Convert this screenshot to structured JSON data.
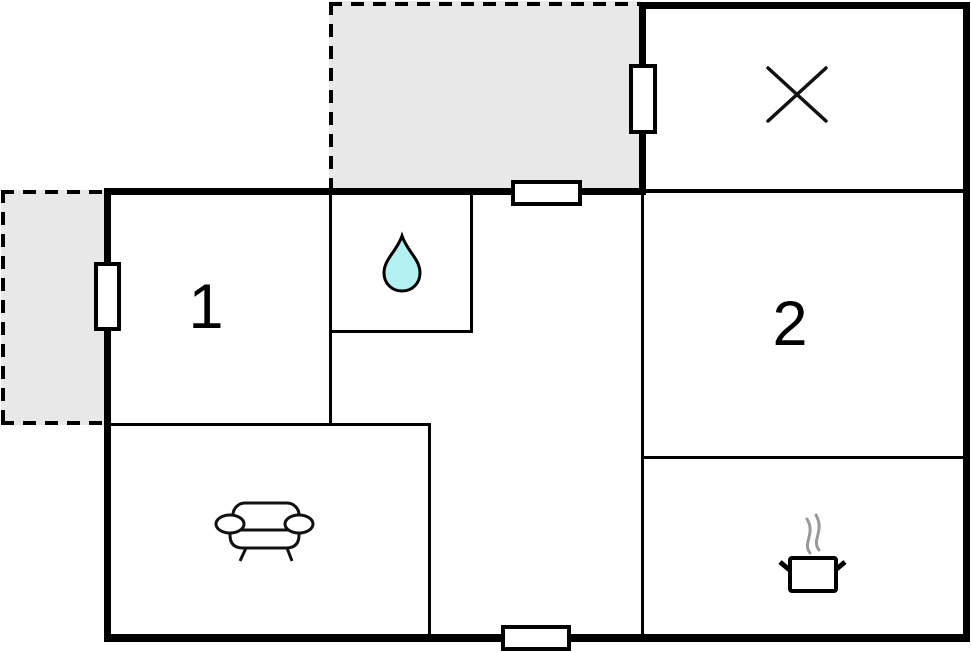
{
  "plan": {
    "type": "floor-plan",
    "room1_label": "1",
    "room2_label": "2"
  },
  "colors": {
    "wall": "#000000",
    "background": "#ffffff",
    "terrace_fill": "#e8e8e8",
    "water_drop_fill": "#b3f0f2",
    "water_drop_stroke": "#000000",
    "icon_stroke": "#111111",
    "steam": "#999999"
  },
  "icons": {
    "bathroom": "water-drop-icon",
    "kitchen": "cooking-pot-icon",
    "living_room": "sofa-icon",
    "annex_room": "cross-icon"
  }
}
